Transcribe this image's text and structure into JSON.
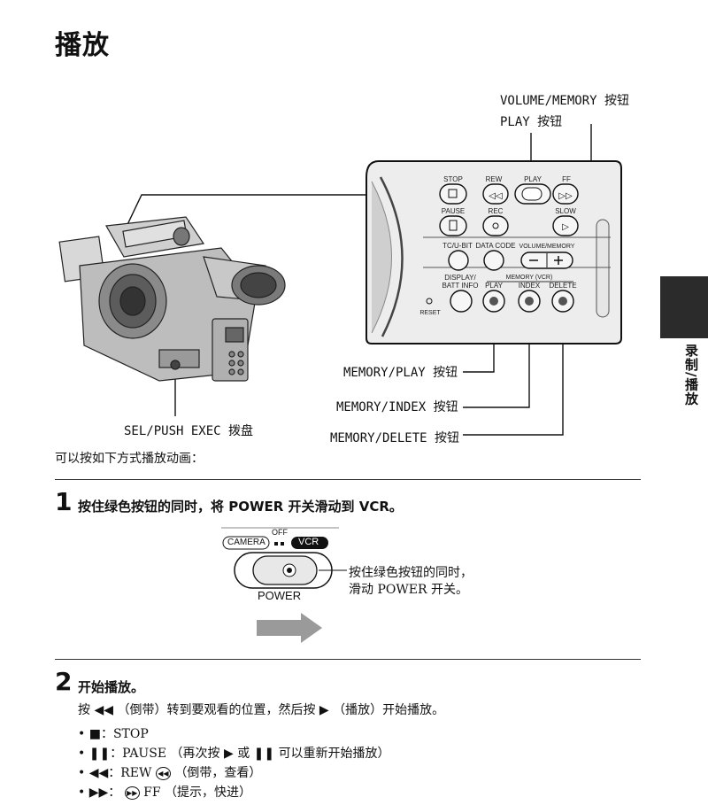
{
  "page": {
    "title": "播放"
  },
  "side_tab": {
    "label": "录制/播放"
  },
  "callouts": {
    "volume_memory": "VOLUME/MEMORY 按钮",
    "play": "PLAY 按钮",
    "memory_play": "MEMORY/PLAY 按钮",
    "memory_index": "MEMORY/INDEX 按钮",
    "memory_delete": "MEMORY/DELETE 按钮",
    "sel_push": "SEL/PUSH EXEC 拨盘"
  },
  "panel": {
    "stop": "STOP",
    "rew": "REW",
    "play": "PLAY",
    "ff": "FF",
    "pause": "PAUSE",
    "rec": "REC",
    "slow": "SLOW",
    "tc_ubit": "TC/U-BIT",
    "data_code": "DATA CODE",
    "volume_memory": "VOLUME/MEMORY",
    "display_batt_1": "DISPLAY/",
    "display_batt_2": "BATT INFO",
    "memory_vcr": "MEMORY (VCR)",
    "mem_play": "PLAY",
    "mem_index": "INDEX",
    "mem_delete": "DELETE",
    "reset": "RESET"
  },
  "intro": "可以按如下方式播放动画：",
  "step1": {
    "number": "1",
    "text": "按住绿色按钮的同时，将 POWER 开关滑动到 VCR。",
    "switch": {
      "camera": "CAMERA",
      "off": "OFF",
      "vcr": "VCR",
      "power": "POWER"
    },
    "note_line1": "按住绿色按钮的同时，",
    "note_line2": "滑动 POWER 开关。"
  },
  "step2": {
    "number": "2",
    "text": "开始播放。",
    "desc_a": "按",
    "desc_sym1": "◀◀",
    "desc_b": "（倒带）转到要观看的位置，然后按",
    "desc_sym2": "▶",
    "desc_c": "（播放）开始播放。",
    "bullets": [
      {
        "sym": "■",
        "text": "：STOP"
      },
      {
        "sym": "❚❚",
        "text_a": "：PAUSE （再次按",
        "sym2": "▶",
        "text_b": "或",
        "sym3": "❚❚",
        "text_c": "可以重新开始播放）"
      },
      {
        "sym": "◀◀",
        "text_a": "：REW",
        "icon": "◀◀",
        "text_b": "（倒带，查看）"
      },
      {
        "sym": "▶▶",
        "text_a": "：",
        "icon": "▶▶",
        "text_b": "FF （提示，快进）"
      }
    ]
  }
}
